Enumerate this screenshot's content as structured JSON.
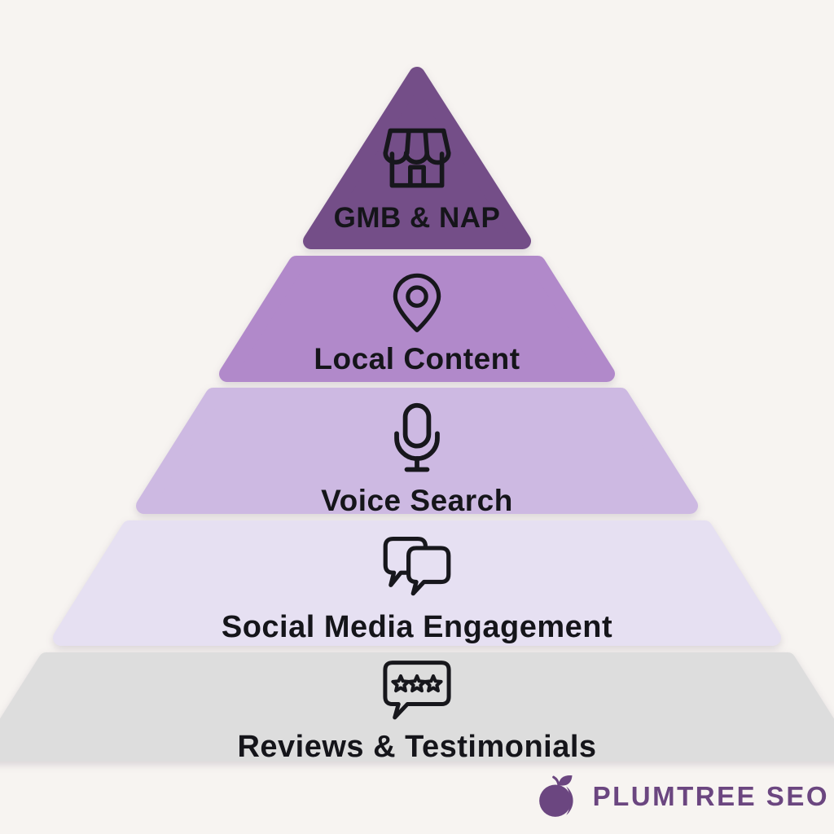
{
  "pyramid": {
    "tiers": [
      {
        "label": "GMB & NAP",
        "icon": "storefront-icon",
        "color": "#744e88"
      },
      {
        "label": "Local Content",
        "icon": "location-pin-icon",
        "color": "#b189ca"
      },
      {
        "label": "Voice Search",
        "icon": "microphone-icon",
        "color": "#cdb9e2"
      },
      {
        "label": "Social Media Engagement",
        "icon": "chat-bubbles-icon",
        "color": "#e6e0f2"
      },
      {
        "label": "Reviews & Testimonials",
        "icon": "review-stars-bubble-icon",
        "color": "#dddddd"
      }
    ]
  },
  "branding": {
    "logo_text": "PLUMTREE SEO",
    "logo_icon": "plum-icon",
    "brand_color": "#6b4680"
  },
  "colors": {
    "background": "#f7f4f1",
    "icon_stroke": "#17171c",
    "label_text": "#15151a"
  }
}
